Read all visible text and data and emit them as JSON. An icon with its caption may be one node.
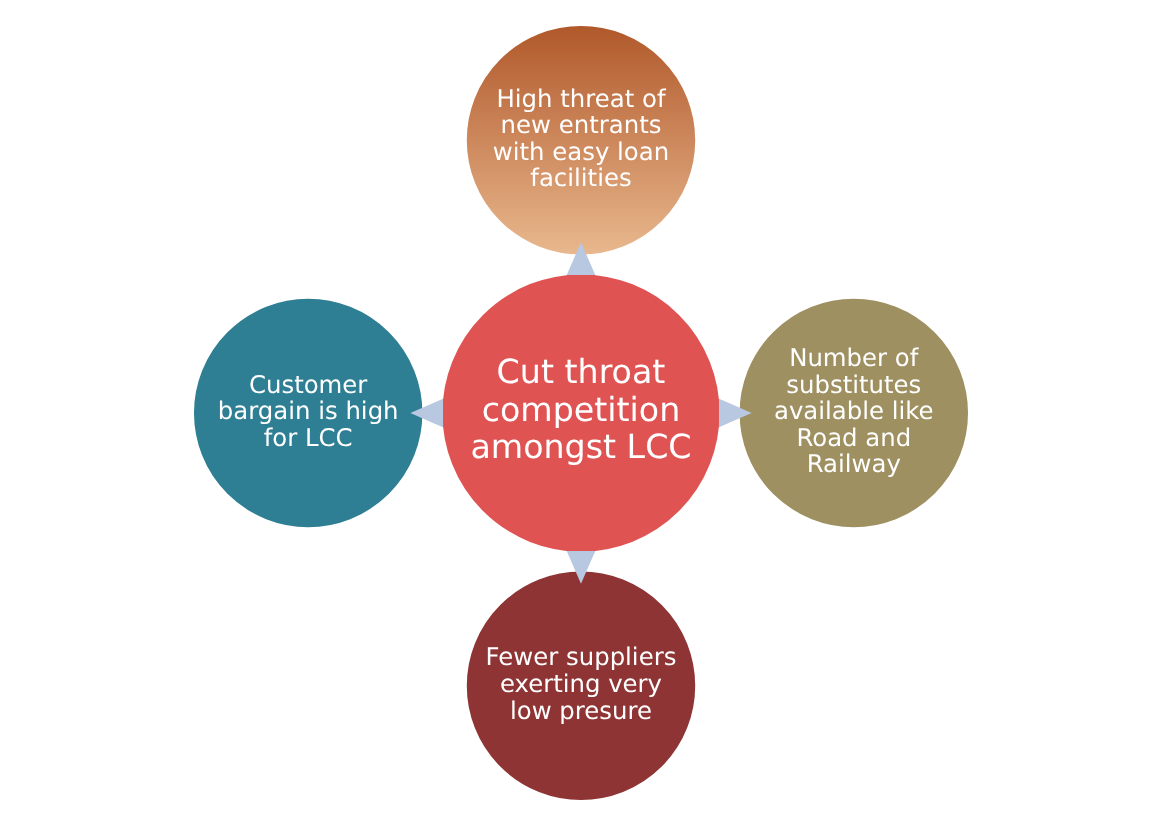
{
  "diagram": {
    "nodes": [
      {
        "text": [
          "High threat of new entrants with easy loan facilities"
        ]
      },
      {
        "text": [
          "Customer bargain is high for LCC"
        ]
      },
      {
        "text": [
          "Cut throat competition amongst LCC"
        ]
      },
      {
        "text": [
          "Number of substitutes available like Road and Railway"
        ]
      },
      {
        "text": [
          "Fewer suppliers exerting very low presure"
        ]
      }
    ],
    "edges": [
      {
        "from": 2,
        "to": 0,
        "arrow": "to"
      },
      {
        "from": 2,
        "to": 1,
        "arrow": "to"
      },
      {
        "from": 2,
        "to": 3,
        "arrow": "to"
      },
      {
        "from": 2,
        "to": 4,
        "arrow": "to"
      }
    ]
  }
}
